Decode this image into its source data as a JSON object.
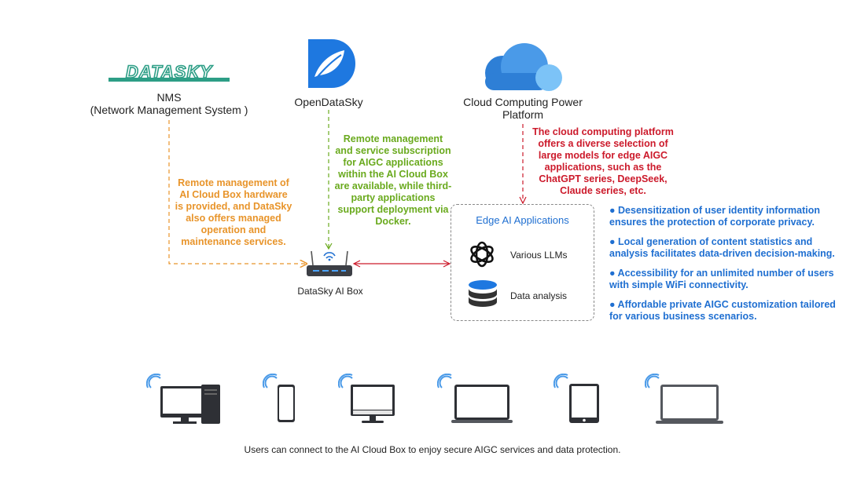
{
  "nms": {
    "logo_text": "DATASKY",
    "title": "NMS",
    "subtitle": "(Network Management System )"
  },
  "opendatasky": {
    "title": "OpenDataSky"
  },
  "cloud": {
    "title_line1": "Cloud Computing Power",
    "title_line2": "Platform"
  },
  "annotations": {
    "nms_lines": [
      "Remote management of",
      "AI Cloud Box hardware",
      "is provided, and DataSky",
      "also offers managed",
      "operation and",
      "maintenance services."
    ],
    "open_lines": [
      "Remote management",
      "and service subscription",
      "for AIGC applications",
      "within the AI Cloud Box",
      "are available, while third-",
      "party applications",
      "support deployment via",
      "Docker."
    ],
    "cloud_lines": [
      "The cloud computing platform",
      "offers a diverse selection of",
      "large models for edge AIGC",
      "applications, such as the",
      "ChatGPT series, DeepSeek,",
      "Claude series, etc."
    ]
  },
  "box": {
    "label": "DataSky AI Box"
  },
  "edge": {
    "title": "Edge AI Applications",
    "items": [
      {
        "label": "Various LLMs",
        "icon": "openai-icon"
      },
      {
        "label": "Data analysis",
        "icon": "database-icon"
      }
    ]
  },
  "benefits": [
    {
      "line1": "● Desensitization of user identity information",
      "line2": "ensures the protection of corporate privacy."
    },
    {
      "line1": "● Local generation of content statistics and",
      "line2": "analysis facilitates data-driven decision-making."
    },
    {
      "line1": "● Accessibility for an unlimited number of users",
      "line2": "with simple WiFi connectivity."
    },
    {
      "line1": "● Affordable private AIGC customization tailored",
      "line2": "for various business scenarios."
    }
  ],
  "devices": [
    "desktop-pc-icon",
    "smartphone-icon",
    "monitor-icon",
    "laptop-icon",
    "tablet-icon",
    "notebook-icon"
  ],
  "caption": "Users can connect to the AI Cloud Box to enjoy secure AIGC services and data protection.",
  "colors": {
    "orange": "#e8942a",
    "green": "#6aaa1e",
    "red": "#cc1a2b",
    "blue": "#1f6fd1",
    "cloud_dark": "#2e7fd6",
    "cloud_light": "#5fb4f5"
  }
}
